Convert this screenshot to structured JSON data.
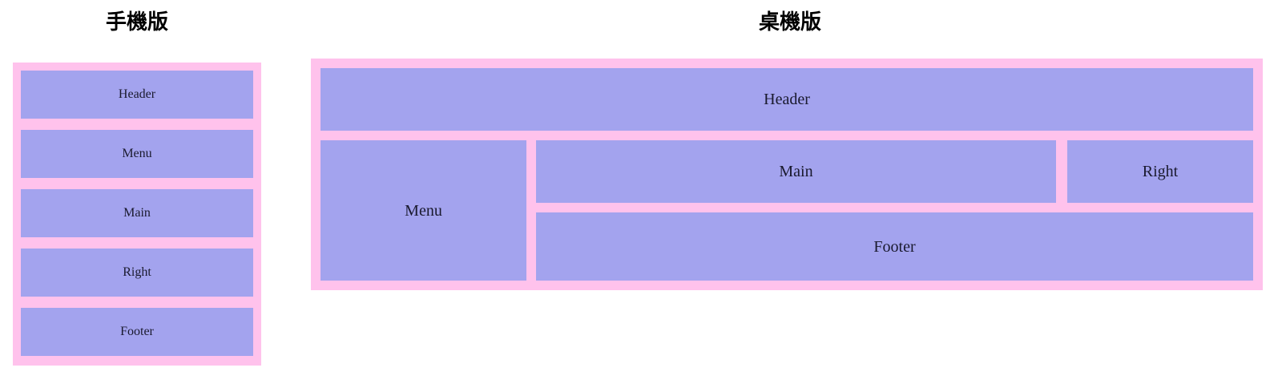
{
  "palette": {
    "frame_pink": "#ffc2ec",
    "block_blue": "#a3a3ee",
    "text_dark": "#1a1a2e",
    "heading_black": "#000000",
    "page_background": "#ffffff"
  },
  "headings": {
    "mobile": "手機版",
    "desktop": "桌機版"
  },
  "mobile_layout": {
    "blocks": [
      {
        "key": "header",
        "label": "Header"
      },
      {
        "key": "menu",
        "label": "Menu"
      },
      {
        "key": "main",
        "label": "Main"
      },
      {
        "key": "right",
        "label": "Right"
      },
      {
        "key": "footer",
        "label": "Footer"
      }
    ]
  },
  "desktop_layout": {
    "blocks": [
      {
        "key": "header",
        "label": "Header"
      },
      {
        "key": "menu",
        "label": "Menu"
      },
      {
        "key": "main",
        "label": "Main"
      },
      {
        "key": "right",
        "label": "Right"
      },
      {
        "key": "footer",
        "label": "Footer"
      }
    ]
  }
}
